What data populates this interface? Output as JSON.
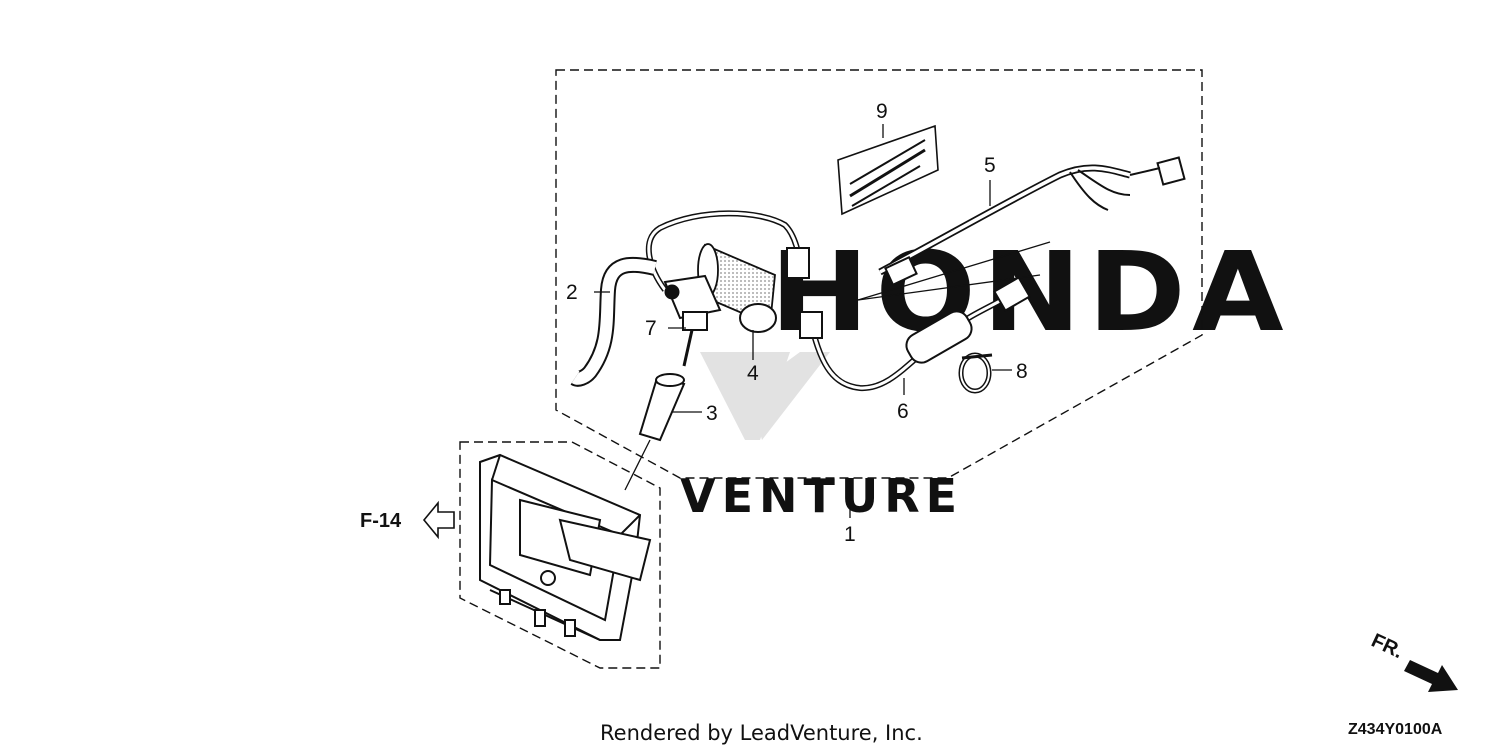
{
  "callouts": {
    "c1": "1",
    "c2": "2",
    "c3": "3",
    "c4": "4",
    "c5": "5",
    "c6": "6",
    "c7": "7",
    "c8": "8",
    "c9": "9"
  },
  "references": {
    "fig_ref": "F-14",
    "front": "FR."
  },
  "watermarks": {
    "brand_bg": "HONDA",
    "dealer": "VENTURE"
  },
  "footer": {
    "rendered_by": "Rendered by LeadVenture, Inc.",
    "diagram_code": "Z434Y0100A"
  },
  "colors": {
    "line": "#111111",
    "watermark": "#d2d2d2"
  }
}
